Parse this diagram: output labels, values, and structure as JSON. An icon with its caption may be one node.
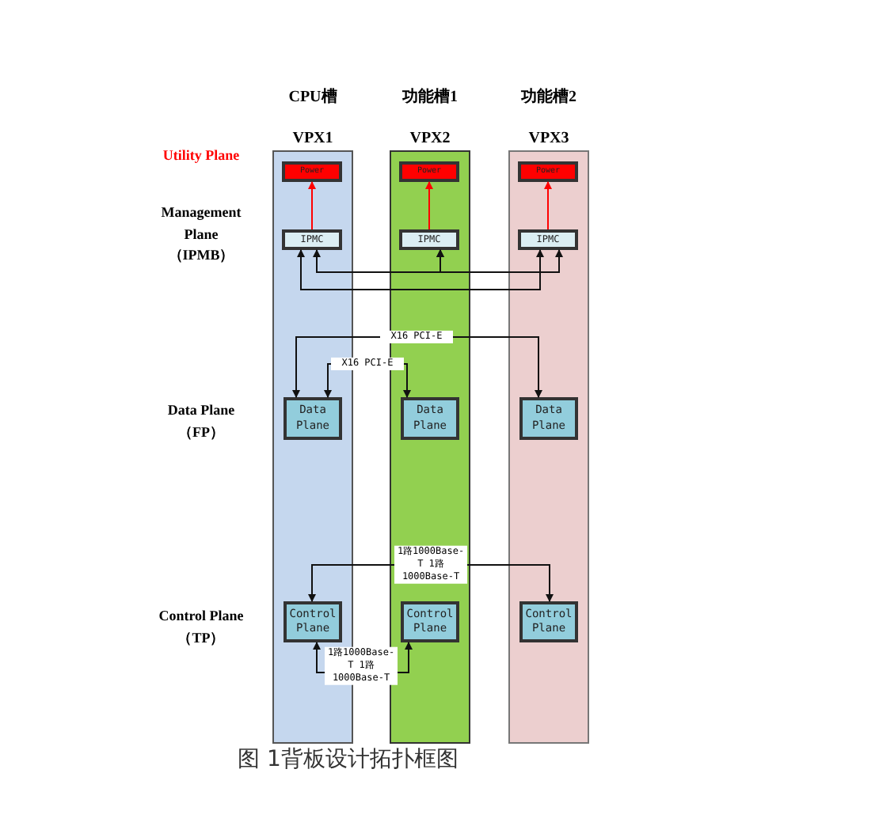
{
  "diagram": {
    "caption": "图 1背板设计拓扑框图",
    "nodes": [
      {
        "text": [
          "CPU槽",
          "VPX1"
        ]
      },
      {
        "text": [
          "Power"
        ],
        "in": 0
      },
      {
        "text": [
          "IPMC"
        ],
        "in": 0
      },
      {
        "text": [
          "Data Plane"
        ],
        "in": 0
      },
      {
        "text": [
          "Control Plane"
        ],
        "in": 0
      },
      {
        "text": [
          "功能槽1",
          "VPX2"
        ]
      },
      {
        "text": [
          "Power"
        ],
        "in": 5
      },
      {
        "text": [
          "IPMC"
        ],
        "in": 5
      },
      {
        "text": [
          "Data Plane"
        ],
        "in": 5
      },
      {
        "text": [
          "Control Plane"
        ],
        "in": 5
      },
      {
        "text": [
          "功能槽2",
          "VPX3"
        ]
      },
      {
        "text": [
          "Power"
        ],
        "in": 10
      },
      {
        "text": [
          "IPMC"
        ],
        "in": 10
      },
      {
        "text": [
          "Data Plane"
        ],
        "in": 10
      },
      {
        "text": [
          "Control Plane"
        ],
        "in": 10
      }
    ],
    "edges": [
      {
        "from": 2,
        "to": 1,
        "arrow": "to",
        "color": "#ff0000"
      },
      {
        "from": 7,
        "to": 6,
        "arrow": "to",
        "color": "#ff0000"
      },
      {
        "from": 12,
        "to": 11,
        "arrow": "to",
        "color": "#ff0000"
      },
      {
        "from": 2,
        "to": 7,
        "arrow": "both"
      },
      {
        "from": 7,
        "to": 12,
        "arrow": "both"
      },
      {
        "from": 2,
        "to": 12,
        "arrow": "both"
      },
      {
        "from": 3,
        "to": 13,
        "arrow": "both",
        "label": "X16 PCI-E"
      },
      {
        "from": 3,
        "to": 8,
        "arrow": "both",
        "label": "X16 PCI-E"
      },
      {
        "from": 4,
        "to": 14,
        "arrow": "both",
        "label": "1路1000Base-T 1路1000Base-T"
      },
      {
        "from": 4,
        "to": 9,
        "arrow": "both",
        "label": "1路1000Base-T 1路1000Base-T"
      }
    ],
    "labels": [
      "Utility Plane",
      "Management Plane （IPMB）",
      "Data Plane （FP）",
      "Control Plane （TP）"
    ]
  }
}
